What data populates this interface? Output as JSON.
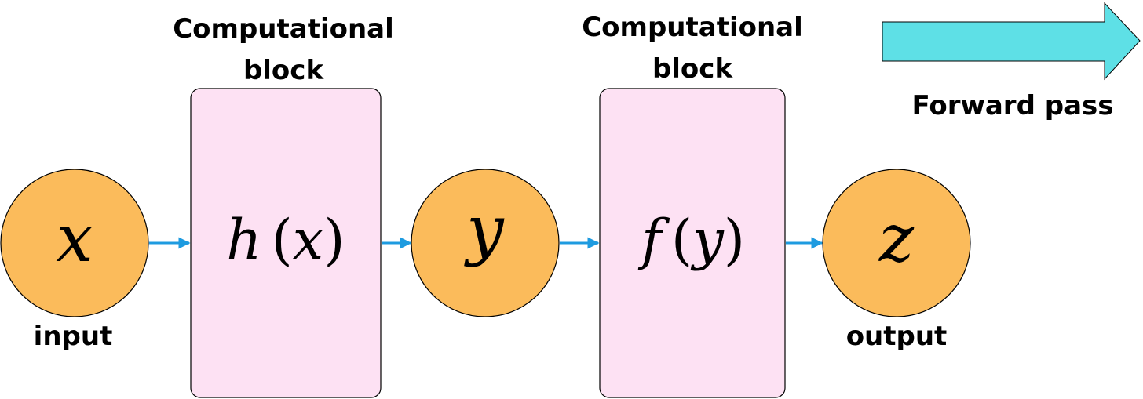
{
  "colors": {
    "node_fill": "#fbbb5b",
    "block_fill": "#fde1f3",
    "connector": "#1e9be0",
    "forward_arrow_fill": "#5ee0e6",
    "stroke": "#000000"
  },
  "blocks": [
    {
      "title_line1": "Computational",
      "title_line2": "block",
      "fn": "h",
      "open_paren": "(",
      "arg": "x",
      "close_paren": ")"
    },
    {
      "title_line1": "Computational",
      "title_line2": "block",
      "fn": "f",
      "open_paren": "(",
      "arg": "y",
      "close_paren": ")"
    }
  ],
  "nodes": [
    {
      "symbol": "x",
      "caption": "input"
    },
    {
      "symbol": "y"
    },
    {
      "symbol": "z",
      "caption": "output"
    }
  ],
  "forward_pass": {
    "label": "Forward pass",
    "icon": "right-arrow-icon"
  }
}
